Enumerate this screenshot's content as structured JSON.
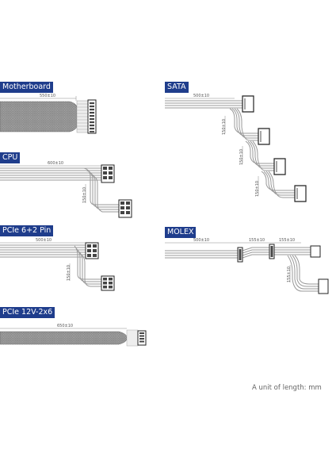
{
  "labels": {
    "motherboard": "Motherboard",
    "sata": "SATA",
    "cpu": "CPU",
    "pcie_6_2": "PCIe 6+2 Pin",
    "molex": "MOLEX",
    "pcie_12v": "PCIe 12V-2x6"
  },
  "dimensions": {
    "motherboard_len": "550±10",
    "sata_len": "500±10",
    "sata_seg1": "150±10",
    "sata_seg2": "150±10",
    "sata_seg3": "150±10",
    "cpu_len": "600±10",
    "cpu_seg": "150±10",
    "pcie_len": "500±10",
    "pcie_seg": "150±10",
    "molex_len": "500±10",
    "molex_seg1": "155±10",
    "molex_seg2": "155±10",
    "pcie12v_len": "650±10"
  },
  "footer": {
    "unit_note": "A unit of length: mm"
  },
  "colors": {
    "label_bg": "#1f3d8c",
    "label_text": "#ffffff",
    "cable": "#9a9a9a",
    "connector": "#444444"
  }
}
